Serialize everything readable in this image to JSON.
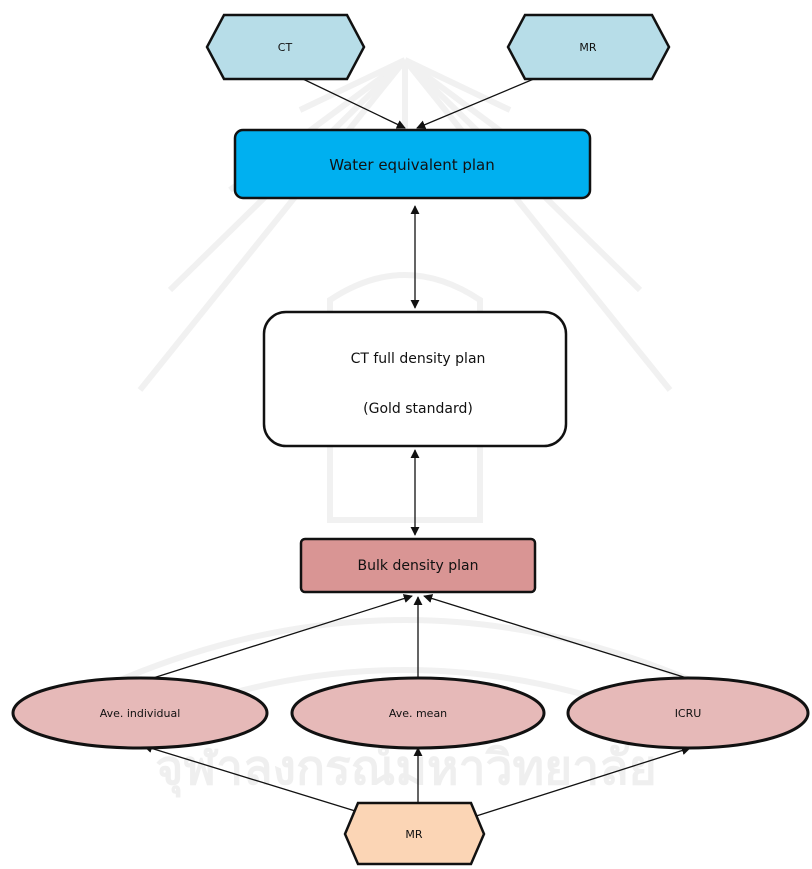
{
  "nodes": {
    "ct_input": "CT",
    "mr_top_input": "MR",
    "water_plan": "Water equivalent plan",
    "ct_full_density_line1": "CT full density plan",
    "ct_full_density_line2": "(Gold standard)",
    "bulk_density_plan": "Bulk density plan",
    "ave_individual": "Ave. individual",
    "ave_mean": "Ave. mean",
    "icru": "ICRU",
    "mr_bottom_input": "MR"
  },
  "watermark_text": "จุฬาลงกรณ์มหาวิทยาลัย",
  "colors": {
    "hexagon_top": "#b7dde8",
    "water_plan": "#00b0f0",
    "bulk_plan": "#d99594",
    "ellipse": "#e6b9b8",
    "hexagon_bottom": "#fbd5b5",
    "watermark": "#efefef"
  }
}
